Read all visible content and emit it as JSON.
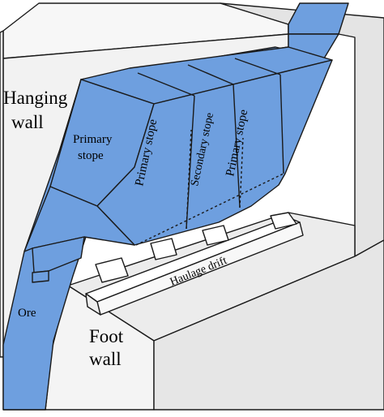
{
  "labels": {
    "hanging_wall_1": "Hanging",
    "hanging_wall_2": "wall",
    "foot_wall_1": "Foot",
    "foot_wall_2": "wall",
    "ore": "Ore",
    "primary_stope_face_1": "Primary",
    "primary_stope_face_2": "stope",
    "primary_stope_a": "Primary stope",
    "secondary_stope": "Secondary stope",
    "primary_stope_b": "Primary stope",
    "haulage_drift": "Haulage drift"
  },
  "colors": {
    "ore": "#6e9fdf",
    "rock_front": "#f2f2f2",
    "rock_side": "#e4e4e4",
    "rock_top": "#f7f7f7",
    "outline": "#1a1a1a"
  }
}
